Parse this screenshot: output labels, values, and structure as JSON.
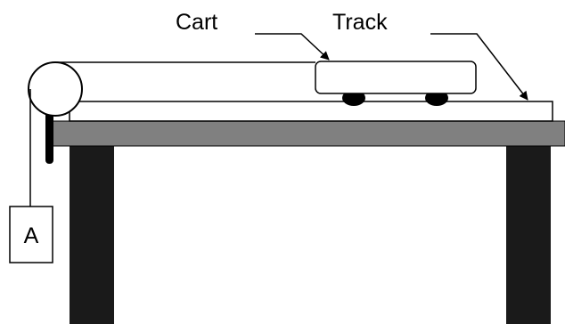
{
  "diagram": {
    "labels": {
      "cart": "Cart",
      "track": "Track",
      "hanging_mass": "A"
    },
    "colors": {
      "background": "#ffffff",
      "table_top": "#808080",
      "table_legs": "#1a1a1a",
      "outline": "#000000"
    }
  }
}
